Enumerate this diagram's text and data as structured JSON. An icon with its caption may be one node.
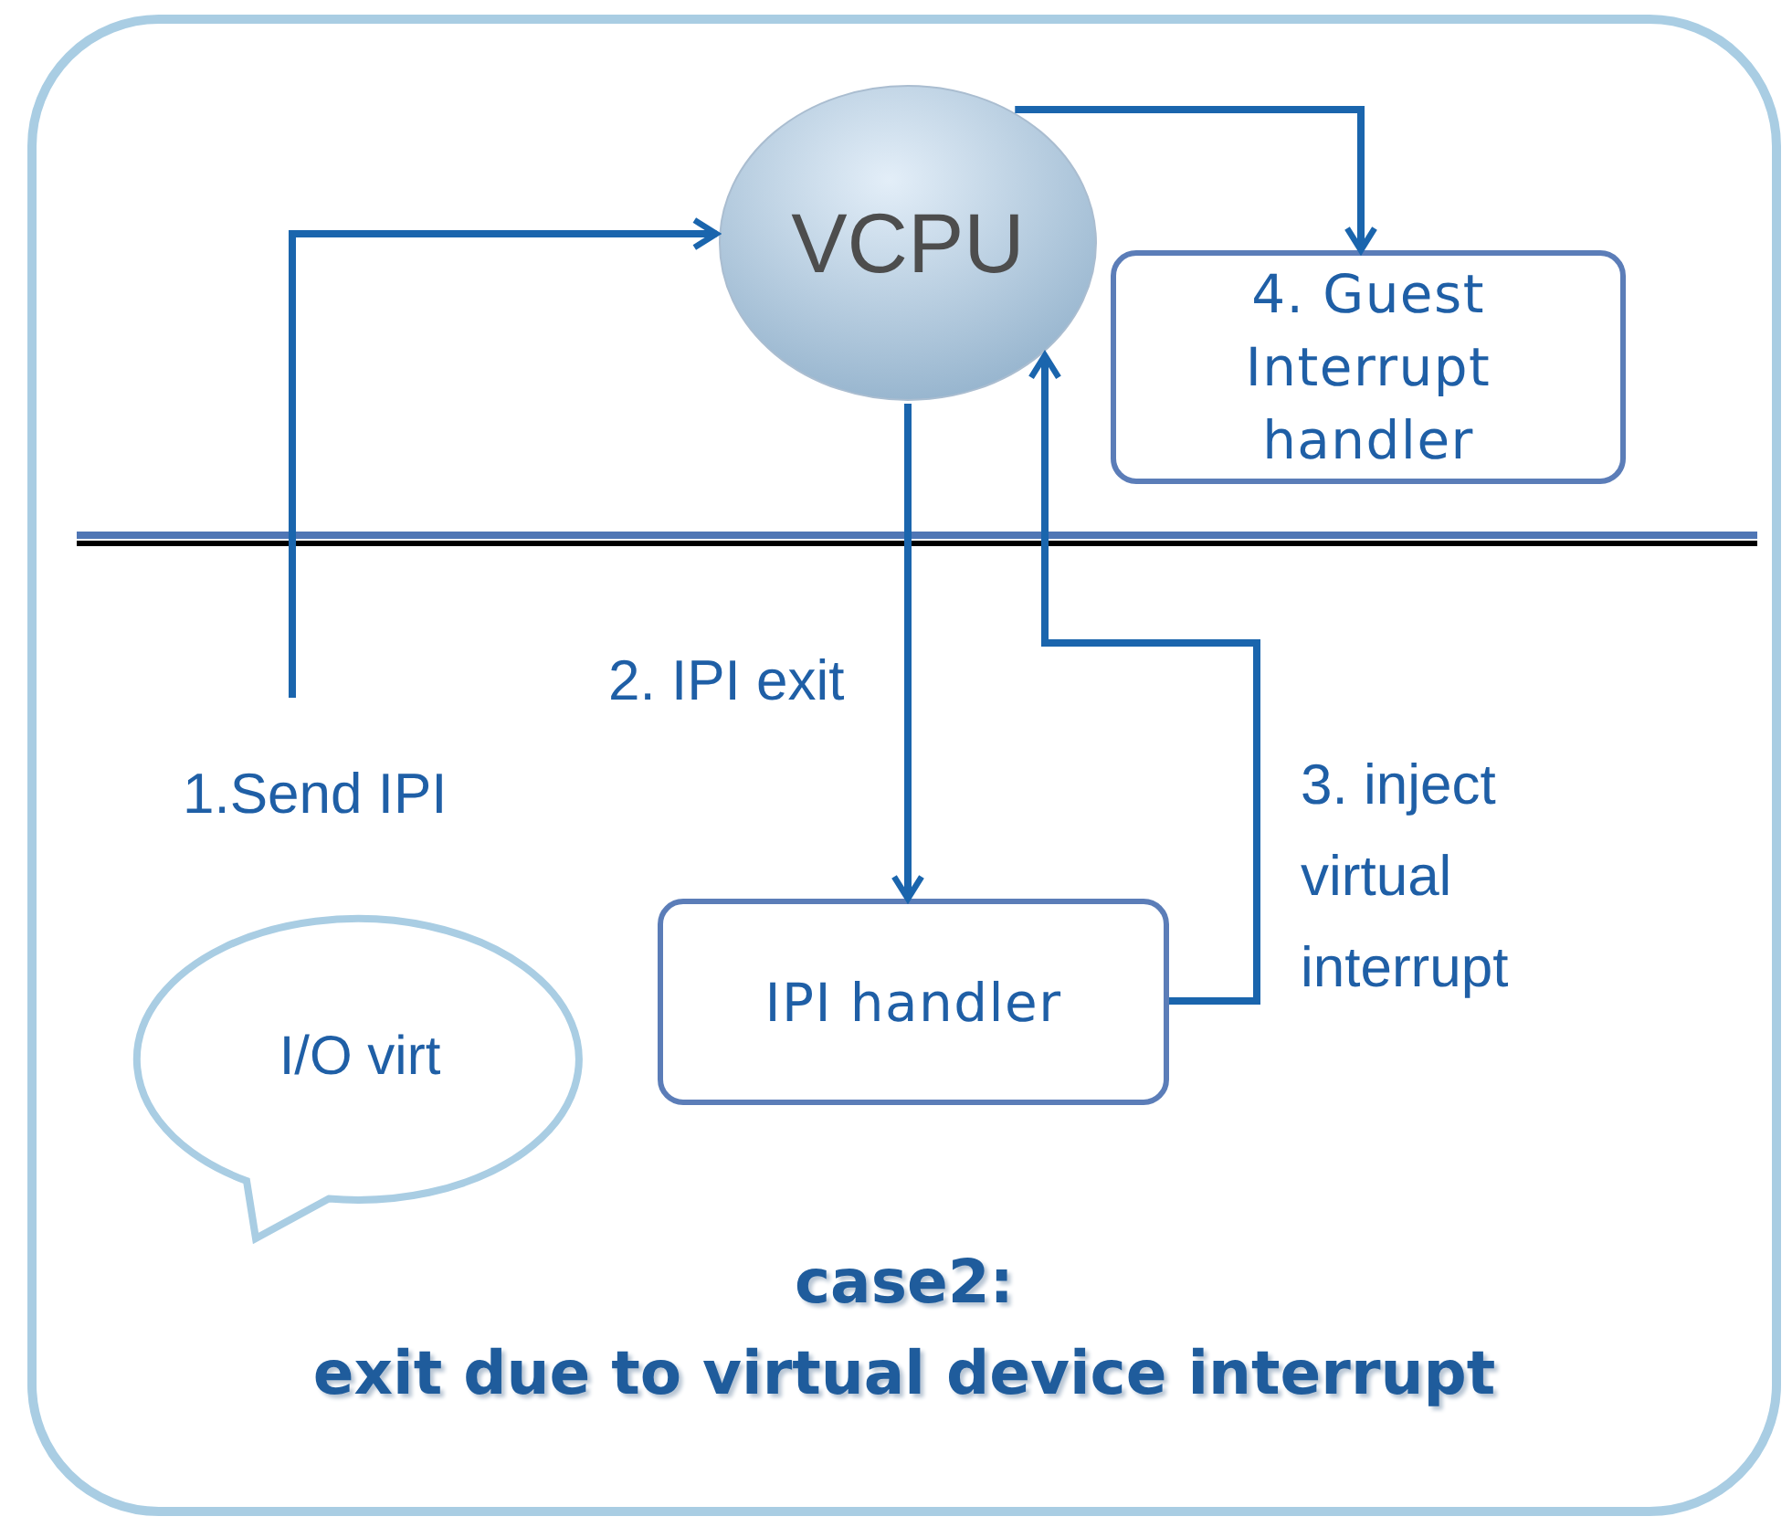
{
  "diagram": {
    "nodes": [
      {
        "text": [
          "case2:",
          "exit due to virtual device interrupt"
        ]
      },
      {
        "text": [
          "VCPU"
        ],
        "in": 0
      },
      {
        "text": [
          "4. Guest Interrupt handler"
        ],
        "in": 0
      },
      {
        "text": [
          "IPI handler"
        ],
        "in": 0
      },
      {
        "text": [
          "I/O virt"
        ],
        "in": 0
      }
    ],
    "edges": [
      {
        "from": null,
        "to": 1,
        "arrow": "to",
        "label": "1.Send IPI"
      },
      {
        "from": 1,
        "to": 3,
        "arrow": "to",
        "label": "2. IPI exit"
      },
      {
        "from": 3,
        "to": 1,
        "arrow": "to",
        "label": "3. inject virtual interrupt"
      },
      {
        "from": 1,
        "to": 2,
        "arrow": "to"
      }
    ]
  }
}
